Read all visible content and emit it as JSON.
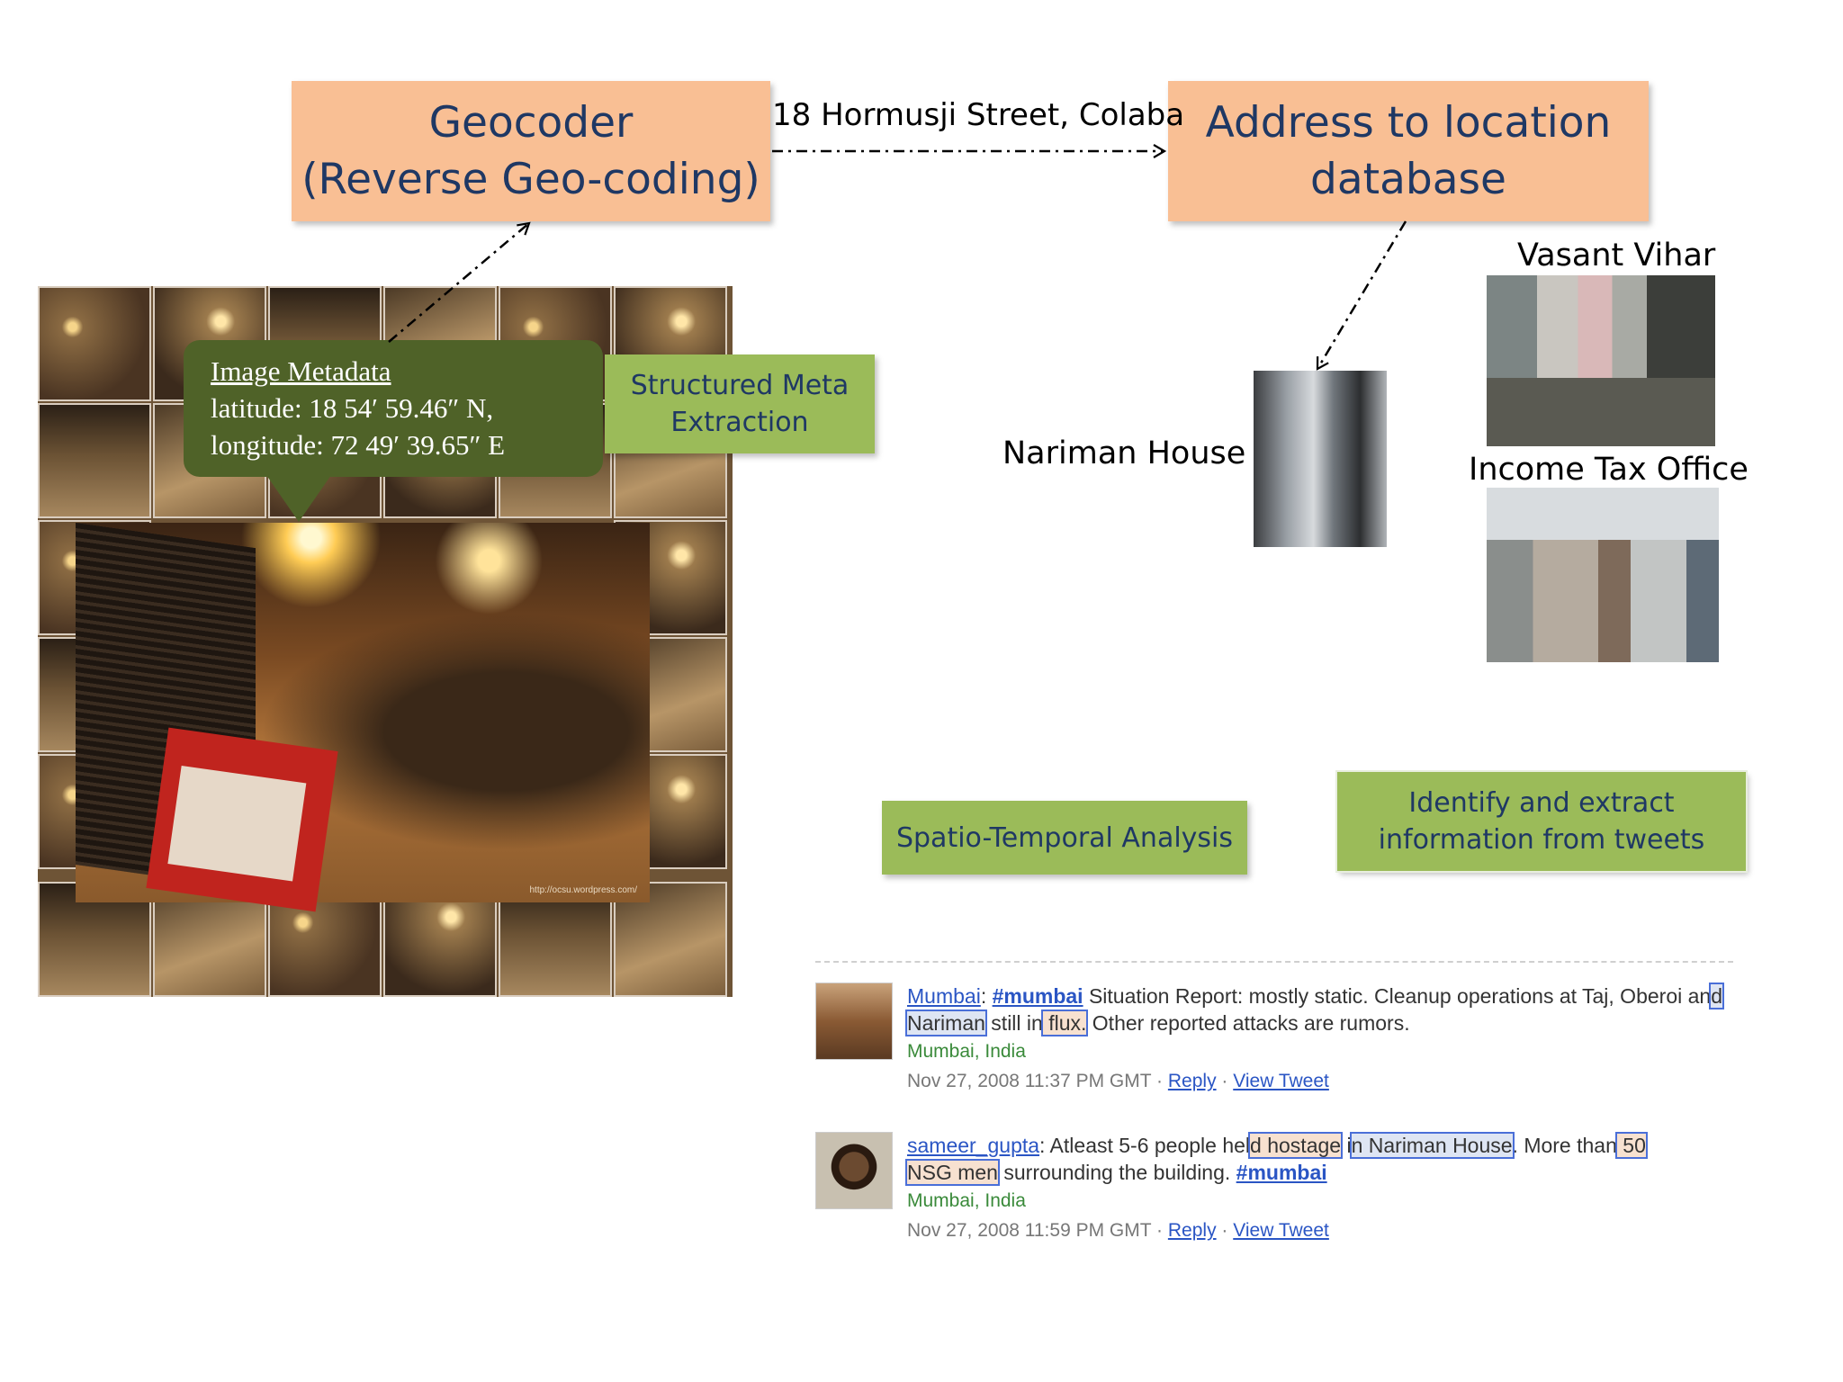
{
  "boxes": {
    "geocoder": "Geocoder\n(Reverse Geo-coding)",
    "address_db": "Address to location\ndatabase",
    "structured_meta": "Structured Meta\nExtraction",
    "spatio_temporal": "Spatio-Temporal Analysis",
    "identify_extract": "Identify and extract\ninformation from tweets"
  },
  "edge_label": "18 Hormusji Street, Colaba",
  "metadata": {
    "title": "Image Metadata",
    "latitude": "latitude: 18   54′ 59.46″ N,",
    "longitude": "longitude: 72   49′ 39.65″ E"
  },
  "photo_watermark": "http://ocsu.wordpress.com/",
  "places": {
    "nariman": "Nariman House",
    "vasant": "Vasant Vihar",
    "income_tax": "Income Tax Office"
  },
  "tweets": [
    {
      "user": "Mumbai",
      "hashtag": "#mumbai",
      "text_1": "Situation Report: mostly static. Cleanup operations at Taj, Oberoi an",
      "hl_1": "d Nariman",
      "text_2": " still in",
      "hl_2": " flux.",
      "text_3": " Other reported attacks are rumors.",
      "location": "Mumbai, India",
      "timestamp": "Nov 27, 2008 11:37 PM GMT",
      "reply": "Reply",
      "view": "View Tweet"
    },
    {
      "user": "sameer_gupta",
      "text_1": ": Atleast 5-6 people hel",
      "hl_1": "d hostage",
      "text_2": " i",
      "hl_2": "n Nariman House",
      "text_3": ". More than",
      "hl_3": " 50",
      "hl_4": "NSG men",
      "text_4": " surrounding the building. ",
      "hashtag": "#mumbai",
      "location": "Mumbai, India",
      "timestamp": "Nov 27, 2008 11:59 PM GMT",
      "reply": "Reply",
      "view": "View Tweet"
    }
  ],
  "colors": {
    "orange_box": "#f9bf94",
    "green_box": "#9bbb59",
    "callout": "#4f6228",
    "box_text": "#1f3864"
  }
}
